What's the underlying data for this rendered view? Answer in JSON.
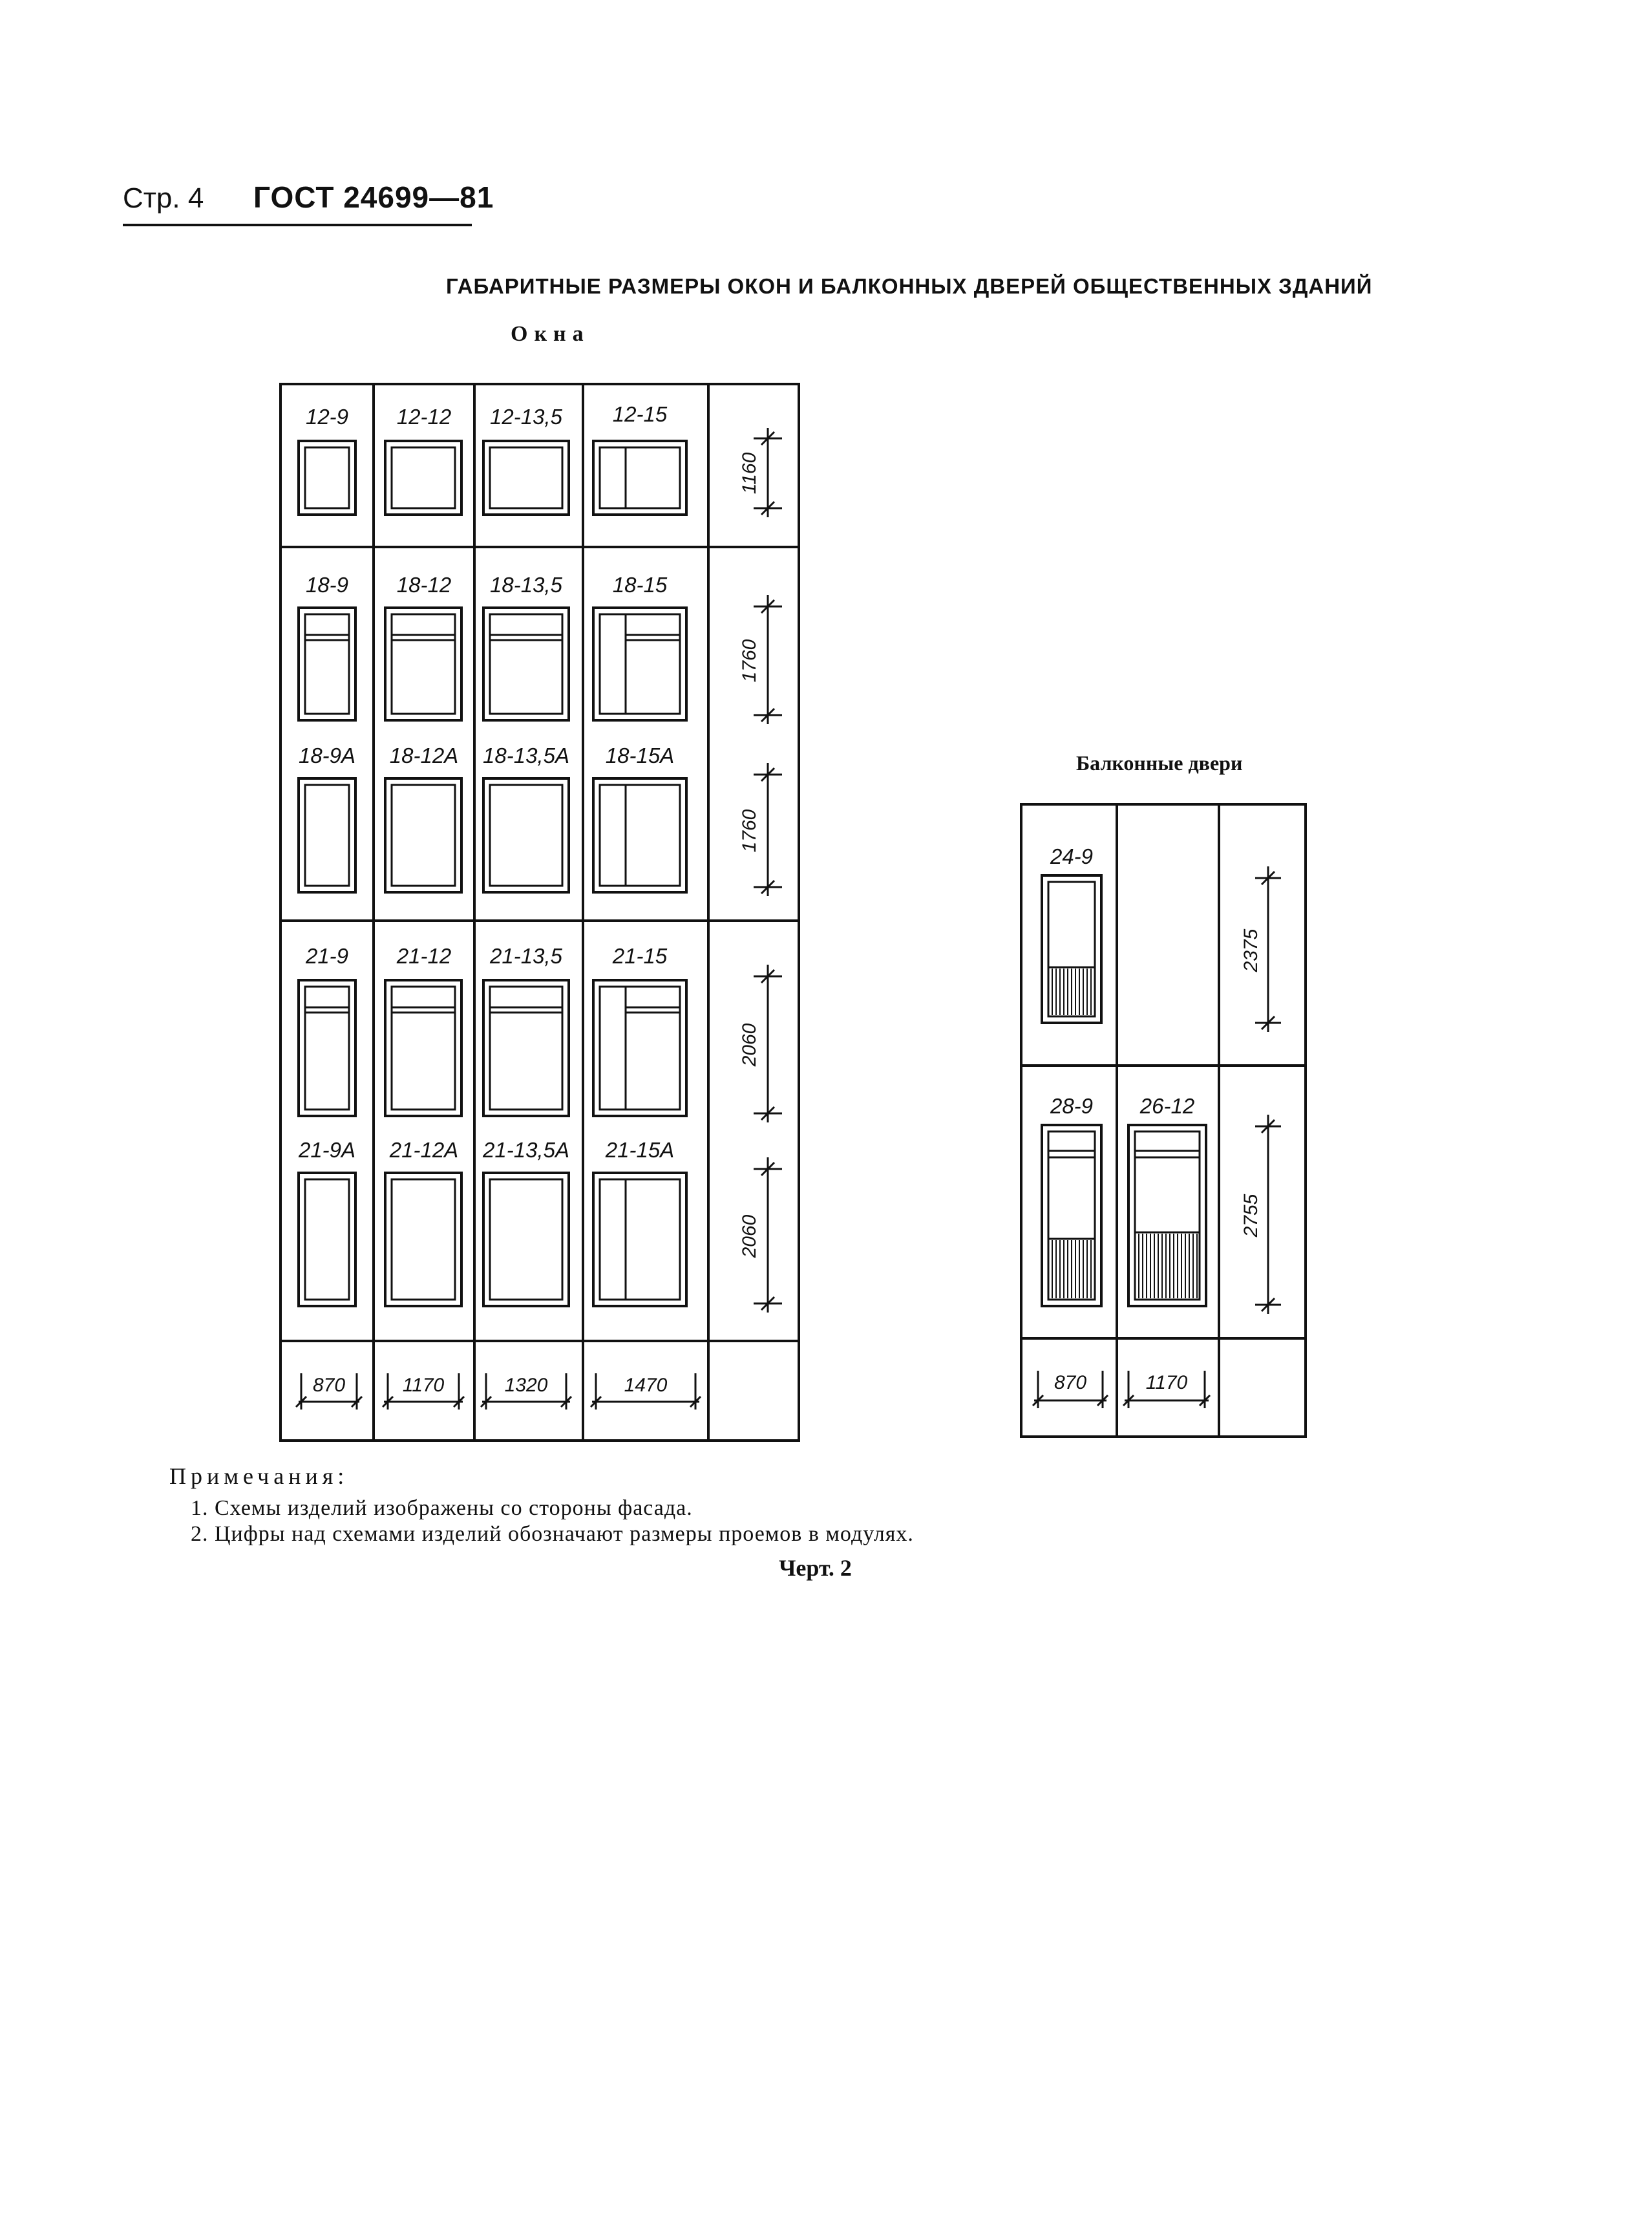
{
  "header": {
    "page_label": "Стр. 4",
    "standard": "ГОСТ 24699—81"
  },
  "title": "ГАБАРИТНЫЕ РАЗМЕРЫ ОКОН И БАЛКОННЫХ ДВЕРЕЙ ОБЩЕСТВЕННЫХ ЗДАНИЙ",
  "windows": {
    "subtitle": "Окна",
    "labels": [
      "12-9",
      "12-12",
      "12-13,5",
      "12-15",
      "18-9",
      "18-12",
      "18-13,5",
      "18-15",
      "18-9А",
      "18-12А",
      "18-13,5А",
      "18-15А",
      "21-9",
      "21-12",
      "21-13,5",
      "21-15",
      "21-9А",
      "21-12А",
      "21-13,5А",
      "21-15А"
    ],
    "heights": [
      "1160",
      "1760",
      "1760",
      "2060",
      "2060"
    ],
    "widths": [
      "870",
      "1170",
      "1320",
      "1470"
    ]
  },
  "doors": {
    "subtitle": "Балконные двери",
    "labels": [
      "24-9",
      "28-9",
      "26-12"
    ],
    "heights": [
      "2375",
      "2755"
    ],
    "widths": [
      "870",
      "1170"
    ]
  },
  "notes": {
    "heading": "Примечания:",
    "items": [
      "1. Схемы изделий изображены со стороны фасада.",
      "2. Цифры над схемами изделий обозначают размеры  проемов в модулях."
    ]
  },
  "figure_caption": "Черт. 2"
}
